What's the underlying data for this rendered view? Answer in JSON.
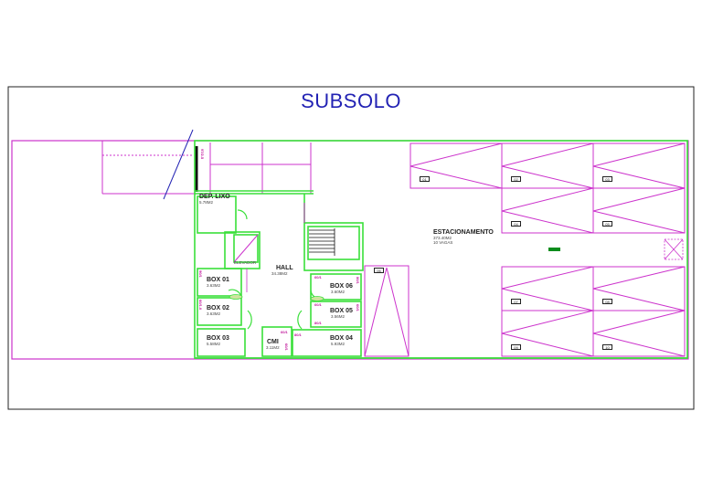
{
  "title": "SUBSOLO",
  "rooms": {
    "dep_lixo": {
      "name": "DEP. LIXO",
      "area": "5.78M2"
    },
    "elevador": {
      "name": "ELEVADOR"
    },
    "hall": {
      "name": "HALL",
      "area": "34.38M2"
    },
    "box01": {
      "name": "BOX 01",
      "area": "3.63M2"
    },
    "box02": {
      "name": "BOX 02",
      "area": "3.63M2"
    },
    "box03": {
      "name": "BOX 03",
      "area": "5.58M2"
    },
    "box04": {
      "name": "BOX 04",
      "area": "5.93M2"
    },
    "box05": {
      "name": "BOX 05",
      "area": "3.56M2"
    },
    "box06": {
      "name": "BOX 06",
      "area": "3.60M2"
    },
    "cmi": {
      "name": "CMI",
      "area": "3.11M2"
    },
    "estacionamento": {
      "name": "ESTACIONAMENTO",
      "area": "373.40M2",
      "sub": "10 VAGAS"
    }
  },
  "spots": [
    "01",
    "02",
    "03",
    "04",
    "05",
    "06",
    "07",
    "08",
    "09",
    "10"
  ],
  "tags": {
    "t1": "97/2.5",
    "t2": "90/1",
    "t3": "60/1.0",
    "t4": "60/1",
    "t5": "80/1",
    "t6": "60/1",
    "t7": "60/1",
    "t8": "80/1",
    "t9": "60/1",
    "t10": "60/1",
    "t11": "80/1"
  },
  "colors": {
    "wall": "#3adf3a",
    "outline": "#cc33cc",
    "title": "#2323b4",
    "frame": "#000000"
  }
}
